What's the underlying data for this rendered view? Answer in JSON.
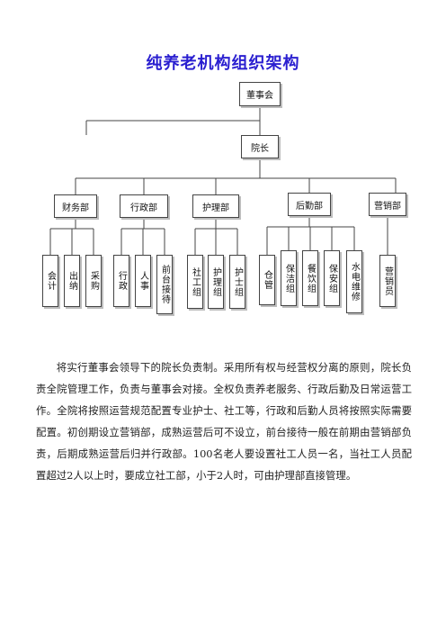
{
  "title": "纯养老机构组织架构",
  "org": {
    "board": "董事会",
    "director": "院长",
    "departments": [
      {
        "id": "finance",
        "name": "财务部",
        "units": [
          "会计",
          "出纳",
          "采购"
        ]
      },
      {
        "id": "admin",
        "name": "行政部",
        "units": [
          "行政",
          "人事",
          "前台接待"
        ]
      },
      {
        "id": "nursing",
        "name": "护理部",
        "units": [
          "社工组",
          "护理组",
          "护士组"
        ]
      },
      {
        "id": "logistics",
        "name": "后勤部",
        "units": [
          "仓管",
          "保洁组",
          "餐饮组",
          "保安组",
          "水电维修"
        ]
      },
      {
        "id": "marketing",
        "name": "营销部",
        "units": [
          "营销员"
        ]
      }
    ]
  },
  "paragraph": "将实行董事会领导下的院长负责制。采用所有权与经营权分离的原则，院长负责全院管理工作，负责与董事会对接。全权负责养老服务、行政后勤及日常运营工作。全院将按照运营规范配置专业护士、社工等，行政和后勤人员将按照实际需要配置。初创期设立营销部，成熟运营后可不设立，前台接待一般在前期由营销部负责，后期成熟运营后归并行政部。100名老人要设置社工人员一名，当社工人员配置超过2人以上时，要成立社工部，小于2人时，可由护理部直接管理。"
}
